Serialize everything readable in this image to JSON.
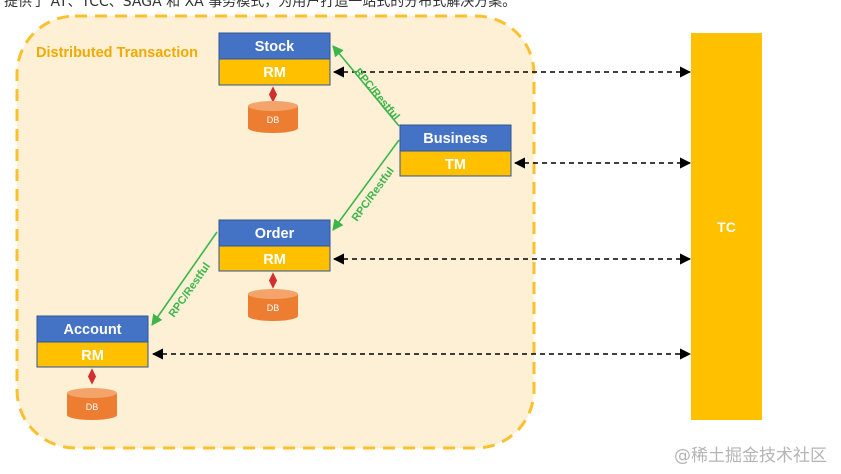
{
  "header": {
    "text": "提供了 AT、TCC、SAGA 和 XA 事务模式，为用户打造一站式的分布式解决方案。"
  },
  "diagram": {
    "region_label": "Distributed Transaction",
    "nodes": {
      "stock": {
        "name": "Stock",
        "role": "RM",
        "db": "DB"
      },
      "business": {
        "name": "Business",
        "role": "TM"
      },
      "order": {
        "name": "Order",
        "role": "RM",
        "db": "DB"
      },
      "account": {
        "name": "Account",
        "role": "RM",
        "db": "DB"
      },
      "tc": {
        "name": "TC"
      }
    },
    "links": [
      {
        "from": "business",
        "to": "stock",
        "label": "RPC/Restful"
      },
      {
        "from": "business",
        "to": "order",
        "label": "RPC/Restful"
      },
      {
        "from": "order",
        "to": "account",
        "label": "RPC/Restful"
      }
    ],
    "colors": {
      "name_fill": "#4472c4",
      "role_fill": "#ffc000",
      "tc_fill": "#ffc000",
      "db_fill": "#ed7d31",
      "region_fill": "#fdf0d5",
      "region_stroke": "#fbc02d",
      "rpc_line": "#3cb54a",
      "db_arrow": "#d32f2f",
      "dashed_arrow": "#000000"
    }
  },
  "watermark": "@稀土掘金技术社区"
}
